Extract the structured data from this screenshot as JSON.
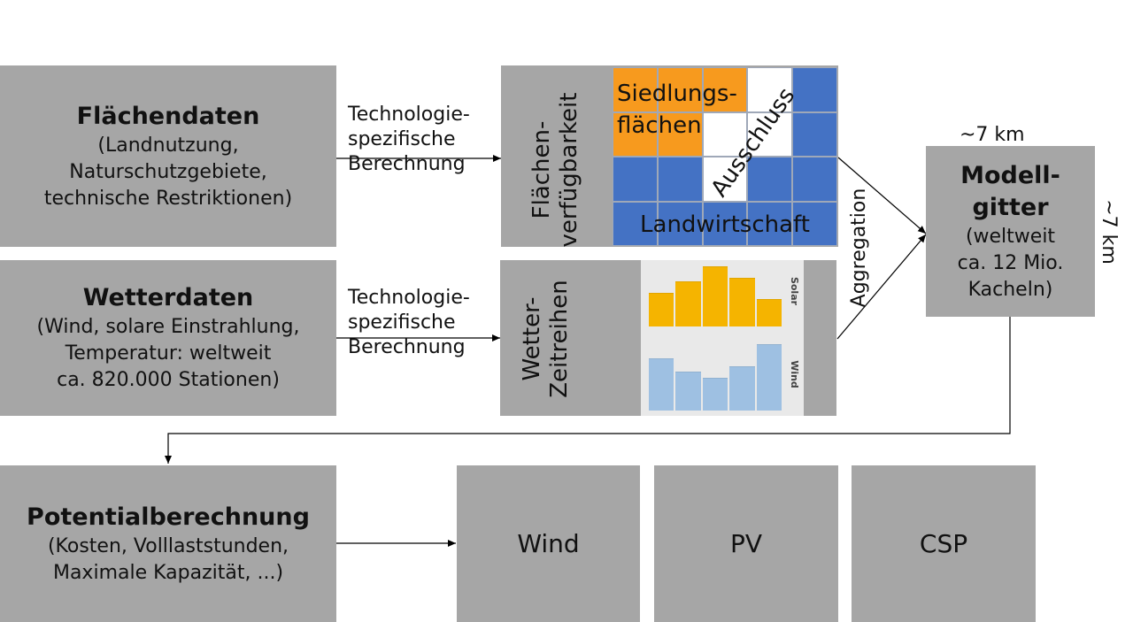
{
  "flaechendaten": {
    "title": "Flächendaten",
    "lines": [
      "(Landnutzung,",
      "Naturschutzgebiete,",
      "technische Restriktionen)"
    ]
  },
  "wetterdaten": {
    "title": "Wetterdaten",
    "lines": [
      "(Wind, solare Einstrahlung,",
      "Temperatur: weltweit",
      "ca. 820.000 Stationen)"
    ]
  },
  "arrow_label_top": [
    "Technologie-",
    "spezifische",
    "Berechnung"
  ],
  "arrow_label_bottom": [
    "Technologie-",
    "spezifische",
    "Berechnung"
  ],
  "flaechenverfuegbarkeit": {
    "vlabel": [
      "Flächen-",
      "verfügbarkeit"
    ],
    "siedlung": [
      "Siedlungs-",
      "flächen"
    ],
    "ausschluss": "Ausschluss",
    "landwirtschaft": "Landwirtschaft",
    "colors": {
      "orange": "#f79a1e",
      "blue": "#4472c4",
      "white": "#ffffff"
    }
  },
  "wetterzeitreihen": {
    "vlabel": [
      "Wetter-",
      "Zeitreihen"
    ],
    "solar_label": "Solar",
    "wind_label": "Wind",
    "solar_levels": [
      0.55,
      0.75,
      1.0,
      0.8,
      0.45
    ],
    "wind_levels": [
      0.75,
      0.56,
      0.47,
      0.64,
      0.96
    ],
    "colors": {
      "solar": "#f5b400",
      "wind": "#9ec0e2"
    }
  },
  "aggregation": "Aggregation",
  "modellgitter": {
    "title_lines": [
      "Modell-",
      "gitter"
    ],
    "lines": [
      "(weltweit",
      "ca. 12 Mio.",
      "Kacheln)"
    ],
    "dim_top": "~7 km",
    "dim_side": "~7 km"
  },
  "potential": {
    "title": "Potentialberechnung",
    "lines": [
      "(Kosten, Volllaststunden,",
      "Maximale Kapazität, ...)"
    ]
  },
  "outputs": [
    "Wind",
    "PV",
    "CSP"
  ]
}
